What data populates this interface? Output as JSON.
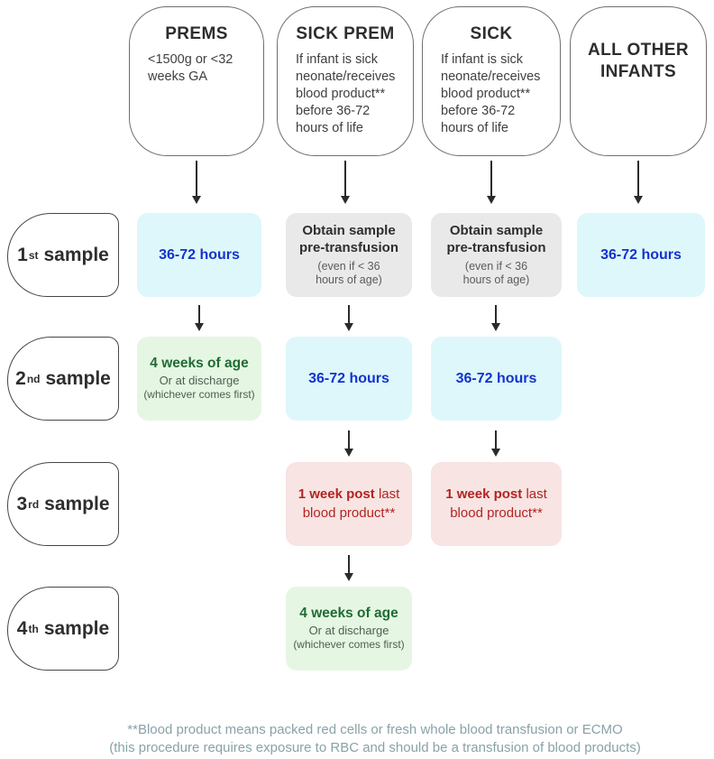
{
  "header_columns": [
    {
      "title": "PREMS",
      "subtitle": "<1500g or <32 weeks GA"
    },
    {
      "title": "SICK PREM",
      "subtitle": "If infant is sick neonate/receives blood product** before 36-72 hours of life"
    },
    {
      "title": "SICK",
      "subtitle": "If infant is sick neonate/receives blood product** before 36-72 hours of life"
    },
    {
      "title": "ALL OTHER INFANTS",
      "subtitle": ""
    }
  ],
  "row_labels": [
    {
      "number": "1",
      "ordinal": "st",
      "word": "sample"
    },
    {
      "number": "2",
      "ordinal": "nd",
      "word": "sample"
    },
    {
      "number": "3",
      "ordinal": "rd",
      "word": "sample"
    },
    {
      "number": "4",
      "ordinal": "th",
      "word": "sample"
    }
  ],
  "cells": {
    "hours_36_72": "36-72 hours",
    "obtain_sample_title": "Obtain sample pre-transfusion",
    "obtain_sample_note": "(even if < 36 hours of age)",
    "four_weeks_title": "4 weeks of age",
    "four_weeks_sub1": "Or at discharge",
    "four_weeks_sub2": "(whichever comes first)",
    "one_week_bold": "1 week post",
    "one_week_rest": "last blood product**"
  },
  "footnote": {
    "line1": "**Blood product means packed red cells or fresh whole blood transfusion or ECMO",
    "line2": "(this procedure requires exposure to RBC and should be a transfusion of blood products)"
  },
  "colors": {
    "cyan_bg": "#def7fa",
    "blue_text": "#1433cd",
    "gray_bg": "#e9e9e9",
    "green_bg": "#e5f7e3",
    "green_text": "#206b33",
    "pink_bg": "#f7e4e3",
    "red_text": "#b22421",
    "arrow": "#2a2a2a",
    "footnote_text": "#89a2a7"
  }
}
